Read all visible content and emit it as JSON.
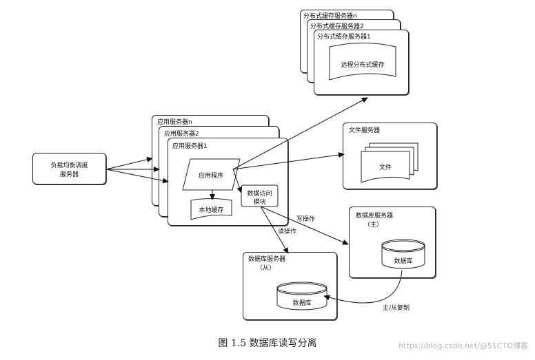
{
  "load_balancer": {
    "line1": "负载均衡调度",
    "line2": "服务器"
  },
  "app_servers": {
    "n": "应用服务器n",
    "two": "应用服务器2",
    "one": "应用服务器1"
  },
  "app_program": "应用程序",
  "local_cache": "本地缓存",
  "data_access": {
    "line1": "数据访问",
    "line2": "模块"
  },
  "cache_servers": {
    "n": "分布式缓存服务器n",
    "two": "分布式缓存服务器2",
    "one": "分布式缓存服务器1"
  },
  "remote_cache": "远程分布式缓存",
  "file_server": {
    "title": "文件服务器",
    "doc": "文件"
  },
  "db_master": {
    "title": "数据库服务器",
    "role": "（主）",
    "db": "数据库"
  },
  "db_slave": {
    "title": "数据库服务器",
    "role": "（从）",
    "db": "数据库"
  },
  "edges": {
    "write": "写操作",
    "read": "读操作",
    "replicate": "主/从复制"
  },
  "caption": "图 1.5    数据库读写分离",
  "watermark": "https://blog.csdn.net/@51CTO博客"
}
